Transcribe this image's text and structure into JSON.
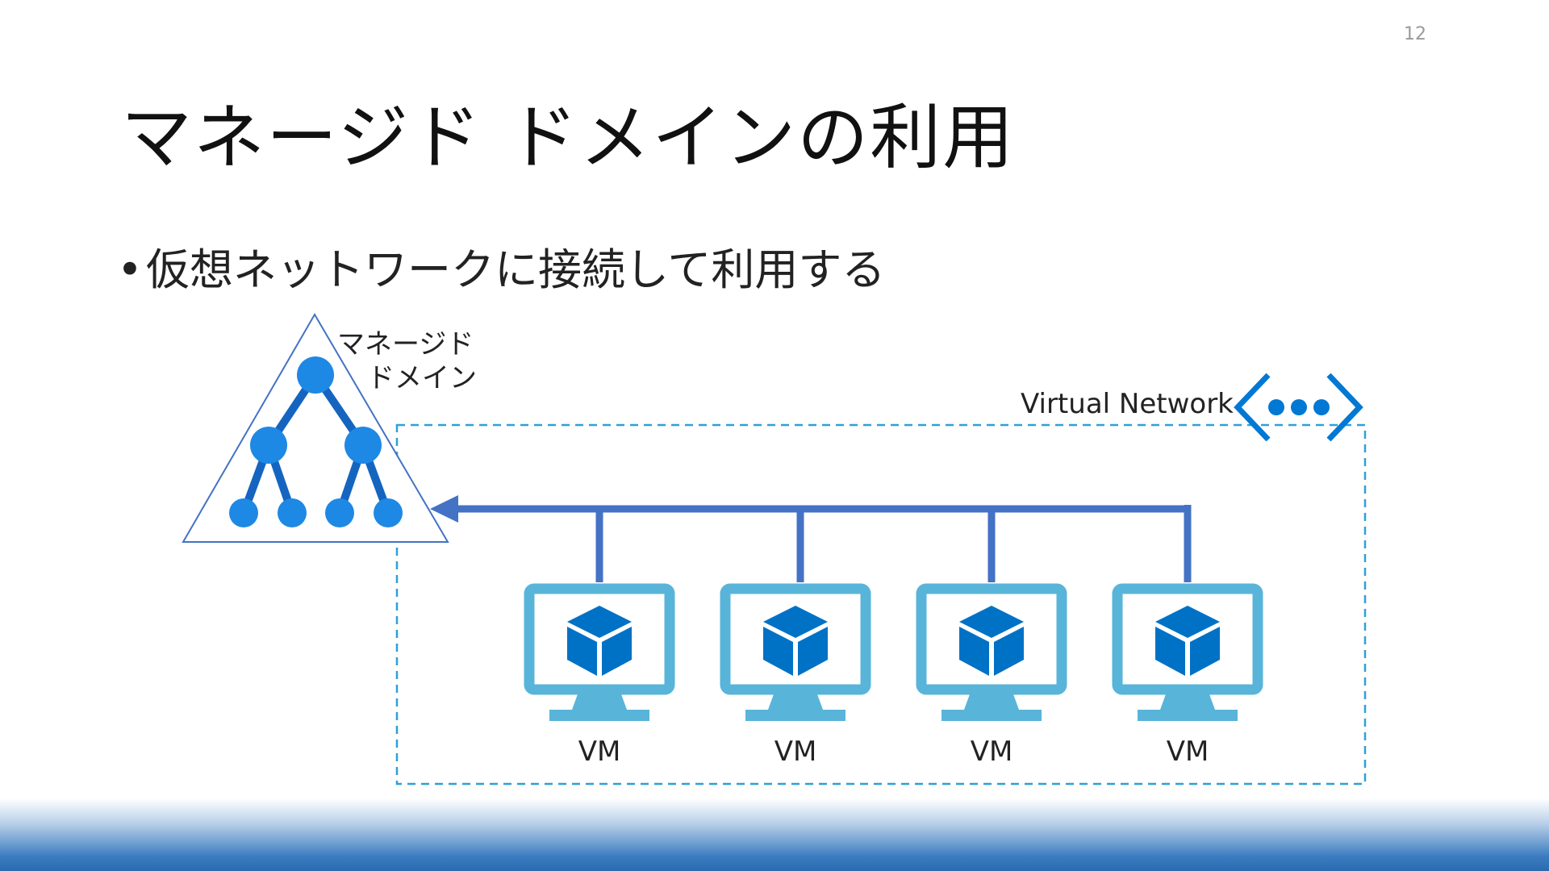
{
  "page_number": "12",
  "title": "マネージド ドメインの利用",
  "bullet": {
    "marker": "•",
    "text": "仮想ネットワークに接続して利用する"
  },
  "diagram": {
    "managed_domain_label_line1": "マネージド",
    "managed_domain_label_line2": "ドメイン",
    "virtual_network_label": "Virtual Network",
    "vms": [
      {
        "label": "VM"
      },
      {
        "label": "VM"
      },
      {
        "label": "VM"
      },
      {
        "label": "VM"
      }
    ]
  },
  "colors": {
    "tree_node": "#1e88e5",
    "tree_line": "#1565c0",
    "triangle_outline": "#4472c4",
    "connector": "#4472c4",
    "monitor": "#59b4d9",
    "cube": "#0072c6",
    "vnet_border": "#2ea0d8",
    "vnet_icon": "#0078d4"
  }
}
